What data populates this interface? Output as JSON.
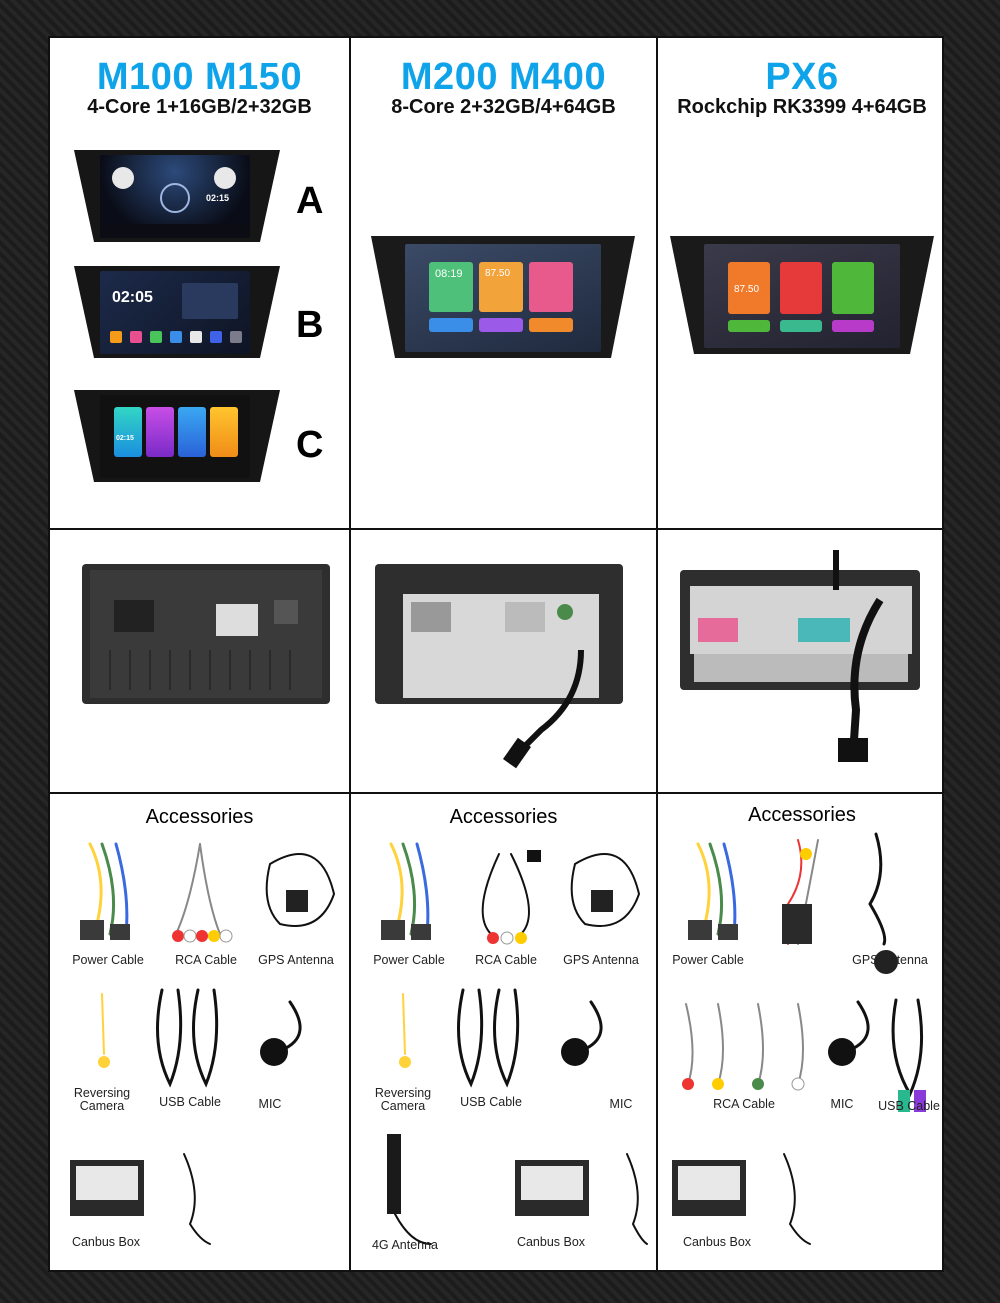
{
  "columns": [
    {
      "model": "M100 M150",
      "spec": "4-Core 1+16GB/2+32GB",
      "variants": [
        "A",
        "B",
        "C"
      ]
    },
    {
      "model": "M200 M400",
      "spec": "8-Core 2+32GB/4+64GB"
    },
    {
      "model": "PX6",
      "spec": "Rockchip RK3399 4+64GB"
    }
  ],
  "screens": {
    "a_time": "02:15",
    "b_time": "02:05",
    "c_time": "02:15",
    "m200_time": "08:19",
    "m200_radio": "87.50",
    "px6_radio": "87.50"
  },
  "accessories": [
    {
      "title": "Accessories",
      "items": [
        "Power Cable",
        "RCA Cable",
        "GPS Antenna",
        "Reversing\nCamera",
        "USB Cable",
        "MIC",
        "Canbus Box"
      ]
    },
    {
      "title": "Accessories",
      "items": [
        "Power Cable",
        "RCA Cable",
        "GPS Antenna",
        "Reversing\nCamera",
        "USB Cable",
        "MIC",
        "4G Antenna",
        "Canbus Box"
      ]
    },
    {
      "title": "Accessories",
      "items": [
        "Power Cable",
        "GPS Antenna",
        "RCA Cable",
        "MIC",
        "USB Cable",
        "Canbus Box"
      ]
    }
  ],
  "colors": {
    "accent": "#0fa3ea",
    "border": "#111111"
  }
}
